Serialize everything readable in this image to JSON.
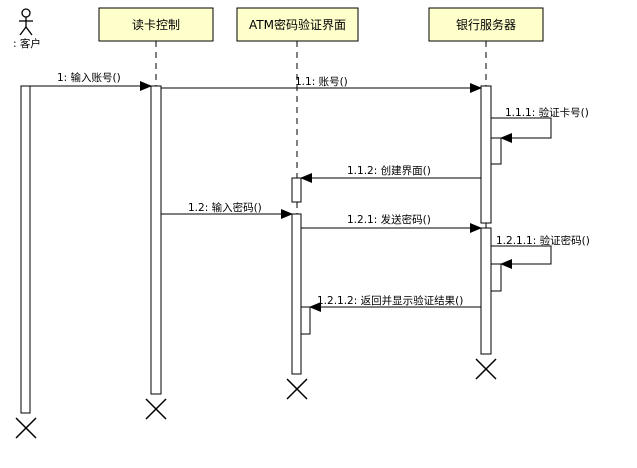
{
  "participants": {
    "actor": {
      "name": ": 客户"
    },
    "card_reader": {
      "name": "读卡控制"
    },
    "atm_ui": {
      "name": "ATM密码验证界面"
    },
    "bank_server": {
      "name": "银行服务器"
    }
  },
  "messages": {
    "m1": "1: 输入账号()",
    "m11": "1.1: 账号()",
    "m111": "1.1.1: 验证卡号()",
    "m112": "1.1.2: 创建界面()",
    "m12": "1.2: 输入密码()",
    "m121": "1.2.1: 发送密码()",
    "m1211": "1.2.1.1: 验证密码()",
    "m1212": "1.2.1.2: 返回并显示验证结果()"
  },
  "colors": {
    "participant_fill": "#ffffcc",
    "line": "#000000",
    "lifeline_dash": "#000000"
  }
}
